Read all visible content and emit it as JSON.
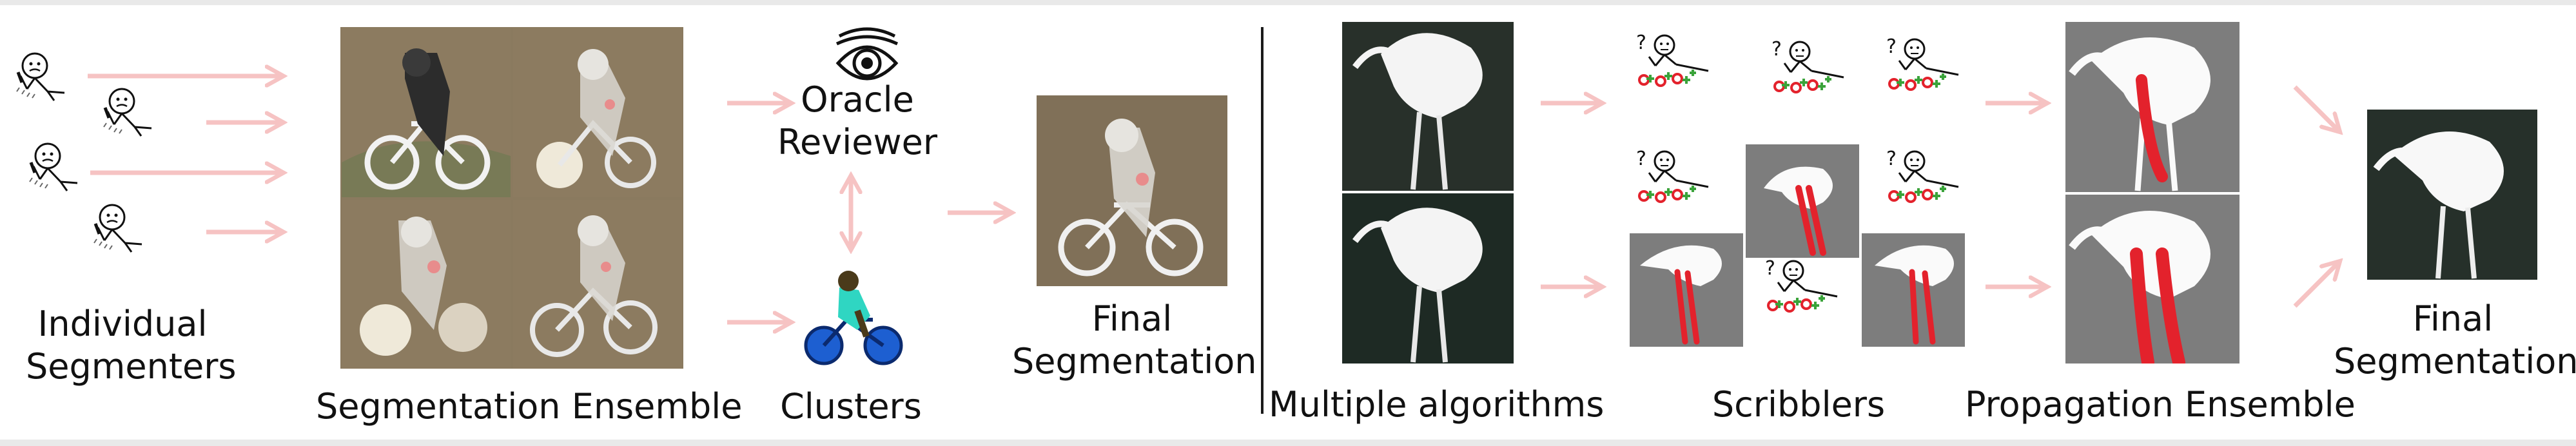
{
  "left_panel": {
    "individual_segmenters": [
      "Individual",
      "Segmenters"
    ],
    "segmentation_ensemble": "Segmentation Ensemble",
    "oracle_reviewer": [
      "Oracle",
      "Reviewer"
    ],
    "clusters": "Clusters",
    "final_segmentation": [
      "Final",
      "Segmentation"
    ]
  },
  "right_panel": {
    "multiple_algorithms": "Multiple algorithms",
    "scribblers": "Scribblers",
    "propagation_ensemble": "Propagation Ensemble",
    "final_segmentation": [
      "Final",
      "Segmentation"
    ]
  },
  "colors": {
    "arrow": "#f6c3c3",
    "scribble": "#e3222c",
    "divider": "#1a1a1a"
  },
  "icons": [
    "stick-figure-segmenter-icon",
    "eye-icon",
    "cyclist-icon",
    "stick-figure-scribbler-icon"
  ]
}
